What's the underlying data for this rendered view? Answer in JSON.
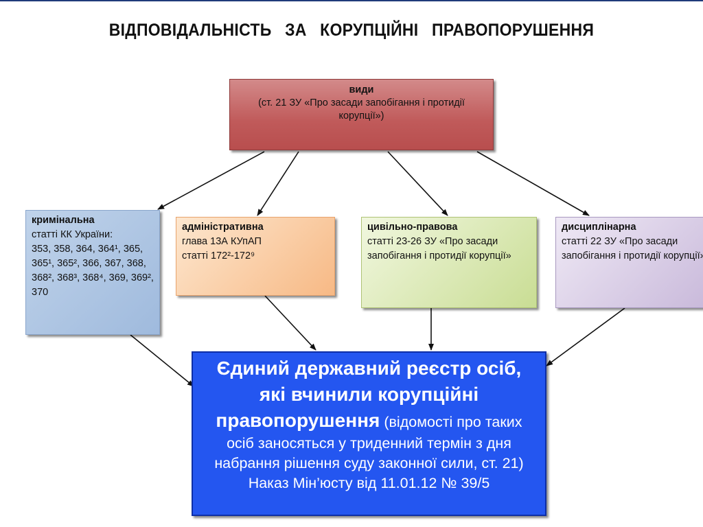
{
  "title": "ВІДПОВІДАЛЬНІСТЬ ЗА КОРУПЦІЙНІ ПРАВОПОРУШЕННЯ",
  "types": {
    "heading": "види",
    "text": "(ст. 21 ЗУ «Про засади запобігання і протидії корупції»)"
  },
  "criminal": {
    "heading": "кримінальна",
    "line1": "статті КК України:",
    "articles": "353, 358, 364, 364¹, 365, 365¹, 365², 366, 367, 368, 368², 368³, 368⁴, 369, 369², 370"
  },
  "administrative": {
    "heading": "адміністративна",
    "line1": "глава 13А КУпАП",
    "line2": "статті 172²-172⁹"
  },
  "civil": {
    "heading": "цивільно-правова",
    "text": "статті 23-26 ЗУ «Про засади запобігання і протидії корупції»"
  },
  "disciplinary": {
    "heading": "дисциплінарна",
    "text": "статті 22 ЗУ «Про засади запобігання і протидії корупції»"
  },
  "registry": {
    "bold": "Єдиний державний реєстр осіб, які вчинили корупційні правопорушення",
    "note": "(відомості про таких осіб заносяться у триденний термін з дня набрання рішення суду законної сили, ст. 21)",
    "order": "Наказ Мін’юсту від 11.01.12 № 39/5"
  },
  "colors": {
    "types_fill": "#c05a5a",
    "criminal_fill": "#a9c1e1",
    "administrative_fill": "#f8c08f",
    "civil_fill": "#d3e3a3",
    "disciplinary_fill": "#cdbfdd",
    "registry_fill": "#2456f0"
  }
}
